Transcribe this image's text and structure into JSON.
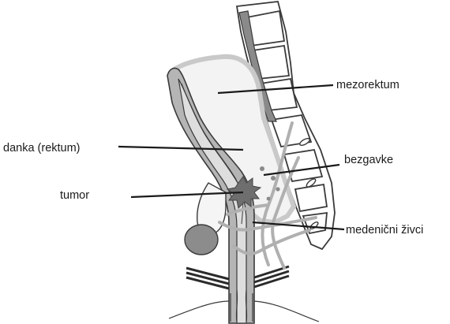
{
  "labels": {
    "mesorectum": "mezorektum",
    "rectum": "danka (rektum)",
    "lymph_nodes": "bezgavke",
    "tumor": "tumor",
    "pelvic_nerves": "medenični živci"
  },
  "colors": {
    "outline": "#3a3a3a",
    "gray_fill": "#9a9a9a",
    "light_gray": "#c9c9c9",
    "fat": "#f2f2f2",
    "tumor": "#6e6e6e",
    "muscle": "#2b2b2b"
  }
}
